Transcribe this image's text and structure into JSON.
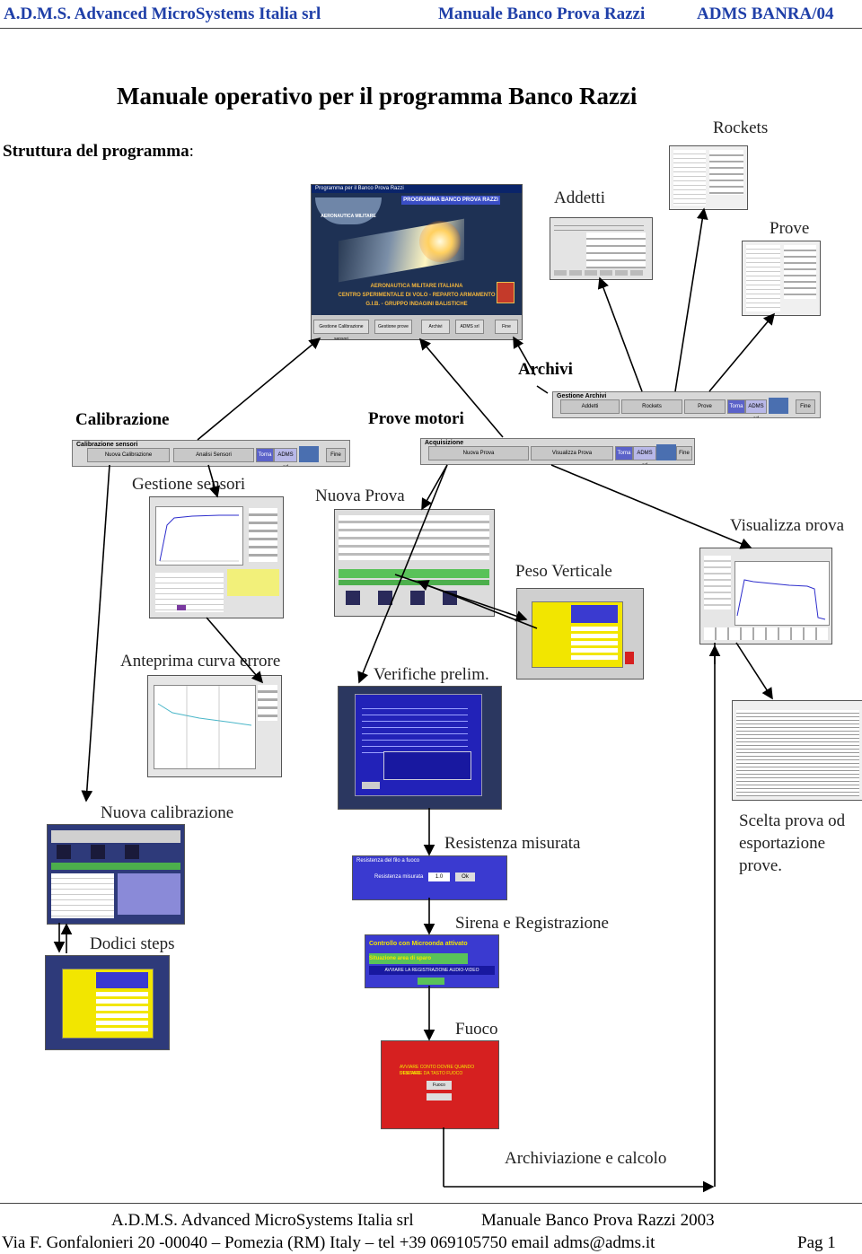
{
  "header": {
    "left": "A.D.M.S. Advanced MicroSystems Italia srl",
    "center": "Manuale Banco Prova Razzi",
    "right": "ADMS BANRA/04"
  },
  "title": "Manuale operativo per il programma Banco Razzi",
  "structure_label": "Struttura del programma",
  "structure_colon": ":",
  "labels": {
    "rockets": "Rockets",
    "addetti": "Addetti",
    "prove": "Prove",
    "archivi": "Archivi",
    "calibrazione": "Calibrazione",
    "prove_motori": "Prove motori",
    "gestione_sensori": "Gestione sensori",
    "nuova_prova": "Nuova Prova",
    "visualizza_prova": "Visualizza prova",
    "peso_verticale": "Peso Verticale",
    "anteprima": "Anteprima curva errore",
    "verifiche": "Verifiche prelim.",
    "nuova_calibrazione": "Nuova calibrazione",
    "resistenza": "Resistenza misurata",
    "scelta_line1": "Scelta prova od",
    "scelta_line2": "esportazione",
    "scelta_line3": "prove.",
    "dodici": "Dodici steps",
    "sirena": "Sirena e Registrazione",
    "fuoco": "Fuoco",
    "archiviazione": "Archiviazione e calcolo"
  },
  "main_screen": {
    "window_title": "Programma per il Banco Prova Razzi",
    "banner": "PROGRAMMA BANCO PROVA RAZZI",
    "logo_text": "AERONAUTICA MILITARE",
    "line1": "AERONAUTICA MILITARE ITALIANA",
    "line2": "CENTRO SPERIMENTALE DI VOLO - REPARTO ARMAMENTO",
    "line3": "G.I.B. - GRUPPO INDAGINI BALISTICHE",
    "buttons": [
      "Gestione Calibrazione sensori",
      "Gestione prove",
      "Archivi",
      "ADMS srl",
      "Fine"
    ]
  },
  "toolbars": {
    "archivi": {
      "caption": "Gestione Archivi",
      "buttons": [
        "Addetti",
        "Rockets",
        "Prove",
        "Torna",
        "ADMS srl",
        "Fine"
      ]
    },
    "calibrazione": {
      "caption": "Calibrazione sensori",
      "buttons": [
        "Nuova Calibrazione",
        "Analisi Sensori",
        "Torna",
        "ADMS srl",
        "Fine"
      ]
    },
    "acquisizione": {
      "caption": "Acquisizione",
      "buttons": [
        "Nuova Prova",
        "Visualizza Prova",
        "Torna",
        "ADMS srl",
        "Fine"
      ]
    }
  },
  "small_screens": {
    "resistenza_title": "Resistenza del filo a fuoco",
    "resistenza_label": "Resistenza misurata",
    "resistenza_value": "1.0",
    "resistenza_ok": "Ok",
    "sirena_line1": "Controllo con Microonda attivato",
    "sirena_line2": "Situazione area di sparo",
    "sirena_line3": "AVVIARE LA REGISTRAZIONE AUDIO-VIDEO",
    "fuoco_line1": "AVVIARE CONTO DOVRE QUANDO DESTARE",
    "fuoco_line2": "STIA FARE DA TASTO FUOCO",
    "fuoco_button": "Fuoco"
  },
  "footer": {
    "line1_left": "A.D.M.S. Advanced MicroSystems Italia srl",
    "line1_right": "Manuale Banco Prova Razzi 2003",
    "line2": "Via F. Gonfalonieri 20 -00040 – Pomezia (RM) Italy – tel +39 069105750 email adms@adms.it",
    "page": "Pag 1"
  },
  "colors": {
    "header_blue": "#1f3fa8",
    "app_blue": "#3a3ad0",
    "alert_red": "#d62020",
    "panel_yellow": "#f2e600"
  }
}
